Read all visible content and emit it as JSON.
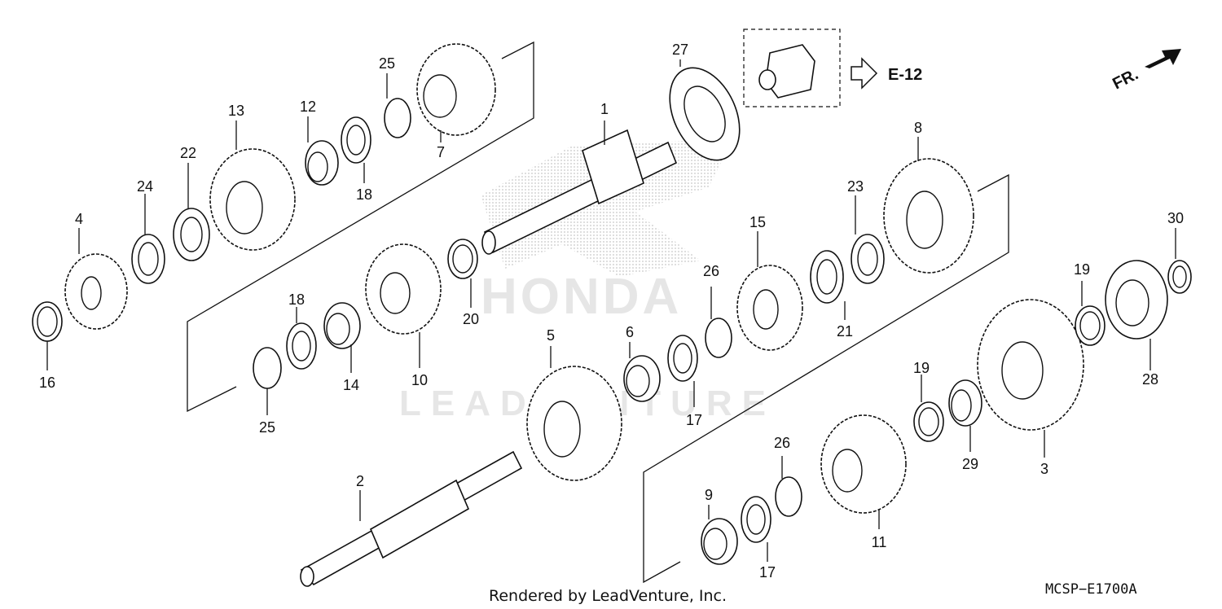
{
  "diagram": {
    "part_labels": [
      "1",
      "2",
      "3",
      "4",
      "5",
      "6",
      "7",
      "8",
      "9",
      "10",
      "11",
      "12",
      "13",
      "14",
      "15",
      "16",
      "17",
      "17",
      "18",
      "18",
      "19",
      "19",
      "20",
      "21",
      "22",
      "23",
      "24",
      "25",
      "25",
      "26",
      "26",
      "27",
      "28",
      "29",
      "30"
    ],
    "reference_label": "E-12",
    "direction_label": "FR.",
    "watermark_brand": "HONDA",
    "watermark_dealer": "LEADVENTURE",
    "footer_credit": "Rendered by LeadVenture, Inc.",
    "diagram_code": "MCSP−E1700A"
  }
}
